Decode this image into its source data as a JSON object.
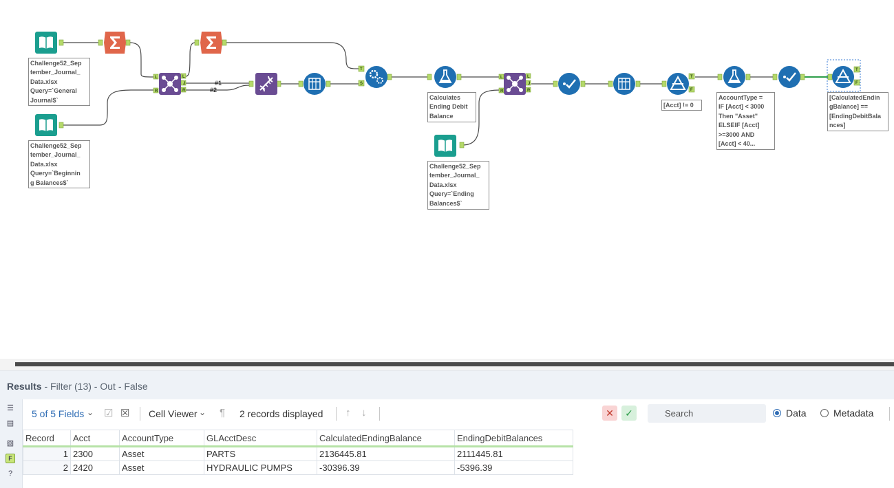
{
  "workflow": {
    "annotations": {
      "input1": "Challenge52_Sep\ntember_Journal_\nData.xlsx\nQuery=`General\nJournal$`",
      "input2": "Challenge52_Sep\ntember_Journal_\nData.xlsx\nQuery=`Beginnin\ng Balances$`",
      "formula1": "Calculates\nEnding Debit\nBalance",
      "input3": "Challenge52_Sep\ntember_Journal_\nData.xlsx\nQuery=`Ending\nBalances$`",
      "filter1": "[Acct] != 0",
      "formula2": "AccountType =\nIF [Acct] < 3000\nThen \"Asset\"\nELSEIF [Acct]\n>=3000 AND\n[Acct] < 40...",
      "filter2": "[CalculatedEndin\ngBalance] ==\n[EndingDebitBala\nnces]"
    },
    "wire_labels": {
      "w1": "#1",
      "w2": "#2"
    },
    "anchor_labels": {
      "L": "L",
      "J": "J",
      "R": "R",
      "T": "T",
      "S": "S",
      "F": "F"
    }
  },
  "results": {
    "title_bold": "Results",
    "title_rest": " - Filter (13) - Out - False",
    "fields_label": "5 of 5 Fields",
    "cell_viewer_label": "Cell Viewer",
    "records_label": "2 records displayed",
    "search_placeholder": "Search",
    "data_label": "Data",
    "metadata_label": "Metadata",
    "columns": [
      "Record",
      "Acct",
      "AccountType",
      "GLAcctDesc",
      "CalculatedEndingBalance",
      "EndingDebitBalances"
    ],
    "rows": [
      [
        "1",
        "2300",
        "Asset",
        "PARTS",
        "2136445.81",
        "2111445.81"
      ],
      [
        "2",
        "2420",
        "Asset",
        "HYDRAULIC PUMPS",
        "-30396.39",
        "-5396.39"
      ]
    ]
  },
  "colors": {
    "input_tool": "#1a9e8f",
    "summarize_tool": "#e0664a",
    "join_tool": "#6a4c93",
    "formula_tool": "#1f6fb2",
    "anchor": "#b5d96a",
    "check_true": "#2e9e4a",
    "check_false": "#c0392b"
  }
}
